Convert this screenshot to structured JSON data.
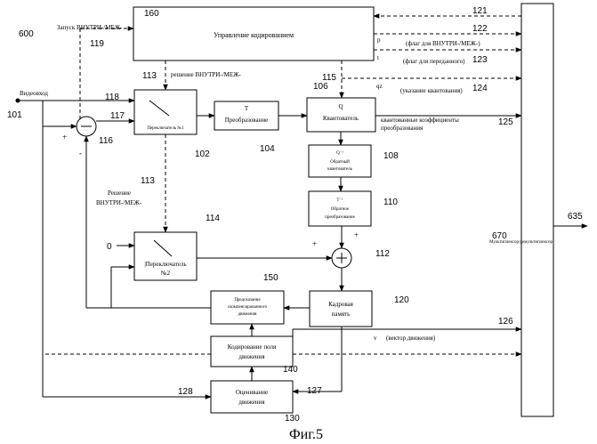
{
  "figure": {
    "caption": "Фиг.5",
    "system_number": "600"
  },
  "inputs": {
    "video_label": "Видеовход",
    "zero_label": "0"
  },
  "blocks": {
    "coding_control": "Управление кодированием",
    "switch1": "Переключатель №1",
    "transform_symbol": "T",
    "transform": "Преобразование",
    "quantizer_symbol": "Q",
    "quantizer": "Квантователь",
    "inv_quant_symbol": "Q⁻¹",
    "inv_quant_line1": "Обратный",
    "inv_quant_line2": "квантователь",
    "inv_transform_symbol": "T⁻¹",
    "inv_transform_line1": "Обратное",
    "inv_transform_line2": "преобразование",
    "switch2_line1": "|Переключатель",
    "switch2_line2": "№2",
    "frame_memory_line1": "Кадровая",
    "frame_memory_line2": "память",
    "mc_pred_line1": "Предсказание",
    "mc_pred_line2": "скомпенсированного",
    "mc_pred_line3": "движения",
    "motion_coding_line1": "Кодирование поля",
    "motion_coding_line2": "движения",
    "motion_est_line1": "Оценивание",
    "motion_est_line2": "движения",
    "mux_line1": "Мультиплексор/",
    "mux_line2": "демультиплексор"
  },
  "labels": {
    "intra_inter_start": "Запуск ВНУТРИ-/МЕЖ-",
    "decision_top": "решение ВНУТРИ-/МЕЖ-",
    "decision_left_line1": "Решение",
    "decision_left_line2": "ВНУТРИ-/МЕЖ-",
    "sig_p_symbol": "p",
    "sig_p_text": "(флаг для ВНУТРИ-/МЕЖ-)",
    "sig_t_symbol": "t",
    "sig_t_text": "(флаг для переданного)",
    "sig_qz_symbol": "qz",
    "sig_qz_text": "(указание квантования)",
    "sig_coeffs_line1": "квантованные коэффициенты",
    "sig_coeffs_line2": "преобразования",
    "sig_v_symbol": "v",
    "sig_v_text": "(вектор движения)",
    "plus": "+",
    "minus": "-"
  },
  "refs": {
    "r101": "101",
    "r102": "102",
    "r104": "104",
    "r106": "106",
    "r108": "108",
    "r110": "110",
    "r112": "112",
    "r113a": "113",
    "r113b": "113",
    "r114": "114",
    "r115": "115",
    "r116": "116",
    "r117": "117",
    "r118": "118",
    "r119": "119",
    "r120": "120",
    "r121": "121",
    "r122": "122",
    "r123": "123",
    "r124": "124",
    "r125": "125",
    "r126": "126",
    "r127": "127",
    "r128": "128",
    "r130": "130",
    "r140": "140",
    "r150": "150",
    "r160": "160",
    "r635": "635",
    "r670": "670"
  }
}
